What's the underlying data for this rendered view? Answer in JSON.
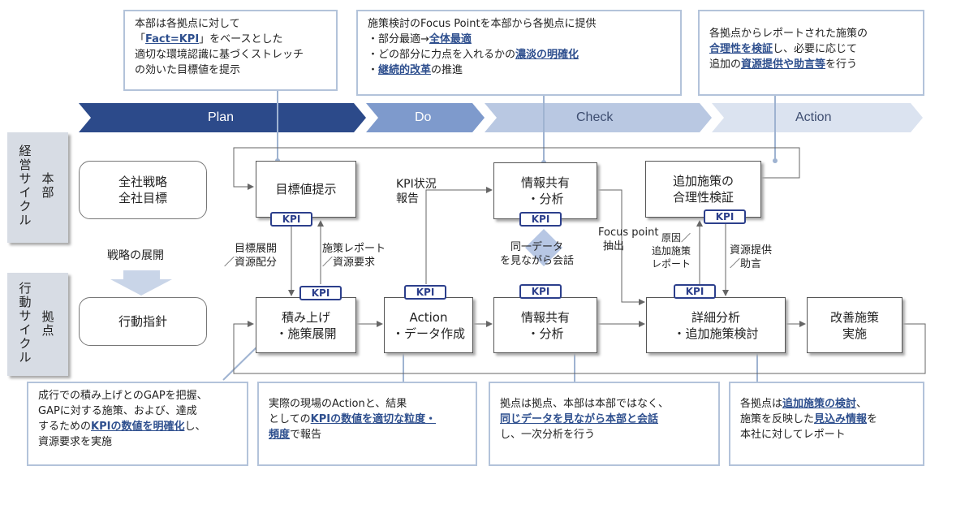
{
  "phases": {
    "plan": "Plan",
    "do": "Do",
    "check": "Check",
    "action": "Action"
  },
  "colors": {
    "plan": "#2c4a8a",
    "do": "#7e9acc",
    "check": "#b9c8e2",
    "action": "#dbe3f0",
    "kpi_border": "#2c3f8c",
    "highlight": "#2e4f8e",
    "callout_border": "#b3c3da"
  },
  "side_labels": {
    "top_left": [
      "経",
      "営",
      "サ",
      "イ",
      "ク",
      "ル"
    ],
    "top_right": [
      "本",
      "部"
    ],
    "bottom_left": [
      "行",
      "動",
      "サ",
      "イ",
      "ク",
      "ル"
    ],
    "bottom_right": [
      "拠",
      "点"
    ]
  },
  "callouts": {
    "plan_top": {
      "l1": "本部は各拠点に対して",
      "l2_pre": "「",
      "l2_hl": "Fact=KPI",
      "l2_post": "」をベースとした",
      "l3": "適切な環境認識に基づくストレッチ",
      "l4": "の効いた目標値を提示"
    },
    "do_top": {
      "l1": "施策検討のFocus Pointを本部から各拠点に提供",
      "l2_pre": "・部分最適→",
      "l2_hl": "全体最適",
      "l3_pre": "・どの部分に力点を入れるかの",
      "l3_hl": "濃淡の明確化",
      "l4_pre": "・",
      "l4_hl": "継続的改革",
      "l4_post": "の推進"
    },
    "action_top": {
      "l1": "各拠点からレポートされた施策の",
      "l2_hl": "合理性を検証",
      "l2_post": "し、必要に応じて",
      "l3_pre": "追加の",
      "l3_hl": "資源提供や助言等",
      "l3_post": "を行う"
    },
    "bottom_1": {
      "l1": "成行での積み上げとのGAPを把握、",
      "l2": "GAPに対する施策、および、達成",
      "l3_pre": "するための",
      "l3_hl": "KPIの数値を明確化",
      "l3_post": "し、",
      "l4": "資源要求を実施"
    },
    "bottom_2": {
      "l1": "実際の現場のActionと、結果",
      "l2_pre": "としての",
      "l2_hl": "KPIの数値を適切な粒度・",
      "l3_hl": "頻度",
      "l3_post": "で報告"
    },
    "bottom_3": {
      "l1": "拠点は拠点、本部は本部ではなく、",
      "l2_hl": "同じデータを見ながら本部と会話",
      "l3": "し、一次分析を行う"
    },
    "bottom_4": {
      "l1_pre": "各拠点は",
      "l1_hl": "追加施策の検討",
      "l1_post": "、",
      "l2_pre": "施策を反映した",
      "l2_hl": "見込み情報",
      "l2_post": "を",
      "l3": "本社に対してレポート"
    }
  },
  "boxes": {
    "strategy": [
      "全社戦略",
      "全社目標"
    ],
    "action_guide": "行動指針",
    "target": "目標値提示",
    "info_top": [
      "情報共有",
      "・分析"
    ],
    "verify": [
      "追加施策の",
      "合理性検証"
    ],
    "stack": [
      "積み上げ",
      "・施策展開"
    ],
    "action_data": [
      "Action",
      "・データ作成"
    ],
    "info_bottom": [
      "情報共有",
      "・分析"
    ],
    "detail": [
      "詳細分析",
      "・追加施策検討"
    ],
    "improve": [
      "改善施策",
      "実施"
    ]
  },
  "kpi_label": "KPI",
  "labels": {
    "strategy_deploy": "戦略の展開",
    "target_deploy": [
      "目標展開",
      "／資源配分"
    ],
    "measure_report": [
      "施策レポート",
      "／資源要求"
    ],
    "kpi_status": [
      "KPI状況",
      "報告"
    ],
    "same_data": [
      "同一データ",
      "を見ながら会話"
    ],
    "focus_point": [
      "Focus point",
      "抽出"
    ],
    "cause": [
      "原因／",
      "追加施策",
      "レポート"
    ],
    "resource": [
      "資源提供",
      "／助言"
    ]
  }
}
